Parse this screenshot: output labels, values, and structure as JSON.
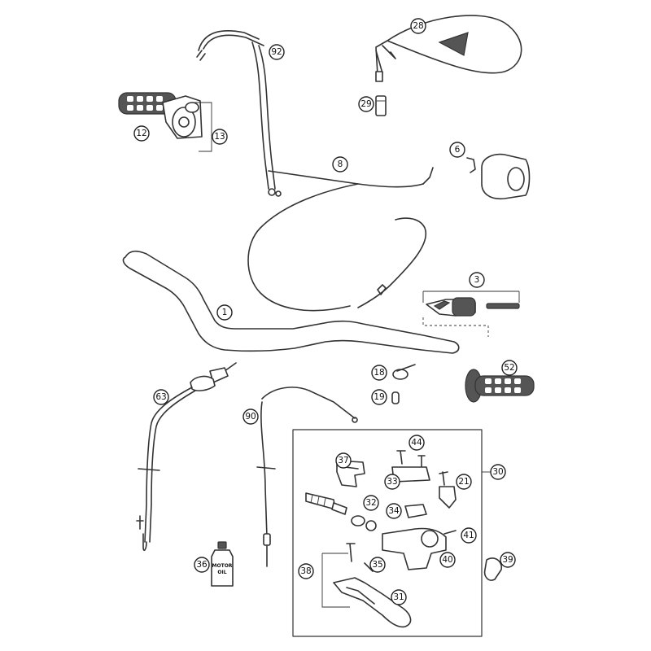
{
  "callouts": [
    {
      "id": "c28",
      "label": "28"
    },
    {
      "id": "c92",
      "label": "92"
    },
    {
      "id": "c29",
      "label": "29"
    },
    {
      "id": "c12",
      "label": "12"
    },
    {
      "id": "c13",
      "label": "13"
    },
    {
      "id": "c8",
      "label": "8"
    },
    {
      "id": "c6",
      "label": "6"
    },
    {
      "id": "c3",
      "label": "3"
    },
    {
      "id": "c1",
      "label": "1"
    },
    {
      "id": "c52",
      "label": "52"
    },
    {
      "id": "c18",
      "label": "18"
    },
    {
      "id": "c19",
      "label": "19"
    },
    {
      "id": "c63",
      "label": "63"
    },
    {
      "id": "c90",
      "label": "90"
    },
    {
      "id": "c44",
      "label": "44"
    },
    {
      "id": "c30",
      "label": "30"
    },
    {
      "id": "c37",
      "label": "37"
    },
    {
      "id": "c33",
      "label": "33"
    },
    {
      "id": "c21",
      "label": "21"
    },
    {
      "id": "c32",
      "label": "32"
    },
    {
      "id": "c34",
      "label": "34"
    },
    {
      "id": "c41",
      "label": "41"
    },
    {
      "id": "c36",
      "label": "36"
    },
    {
      "id": "c40",
      "label": "40"
    },
    {
      "id": "c39",
      "label": "39"
    },
    {
      "id": "c38",
      "label": "38"
    },
    {
      "id": "c35",
      "label": "35"
    },
    {
      "id": "c31",
      "label": "31"
    }
  ],
  "bottle_label": {
    "line1": "MOTOR",
    "line2": "OIL"
  }
}
